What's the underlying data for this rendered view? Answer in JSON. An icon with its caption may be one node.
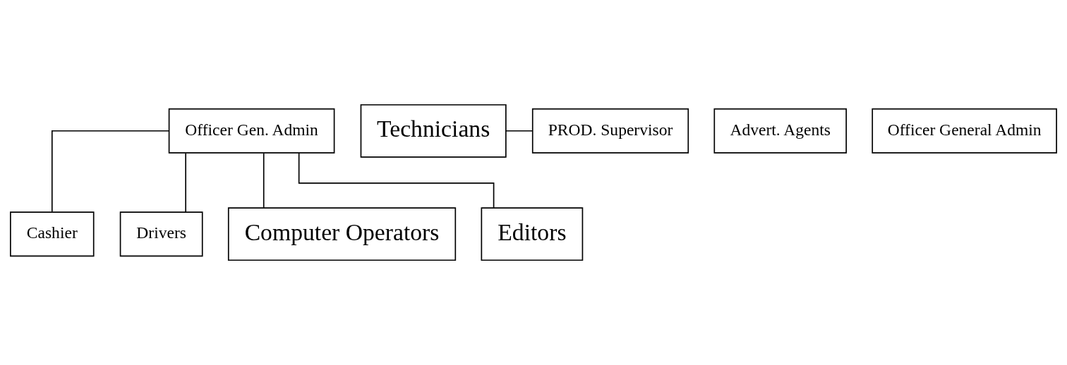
{
  "diagram": {
    "nodes": [
      {
        "text": [
          "Officer Gen. Admin"
        ]
      },
      {
        "text": [
          "Cashier"
        ]
      },
      {
        "text": [
          "Technicians"
        ]
      },
      {
        "text": [
          "PROD. Supervisor"
        ]
      },
      {
        "text": [
          "Advert. Agents"
        ]
      },
      {
        "text": [
          "Officer General Admin"
        ]
      },
      {
        "text": [
          "Drivers"
        ]
      },
      {
        "text": [
          "Computer Operators"
        ]
      },
      {
        "text": [
          "Editors"
        ]
      }
    ],
    "edges": [
      {
        "from": 0,
        "to": 1,
        "arrow": "none"
      },
      {
        "from": 2,
        "to": 3,
        "arrow": "none"
      },
      {
        "from": 0,
        "to": 6,
        "arrow": "none"
      },
      {
        "from": 0,
        "to": 7,
        "arrow": "none"
      },
      {
        "from": 0,
        "to": 8,
        "arrow": "none"
      }
    ]
  }
}
